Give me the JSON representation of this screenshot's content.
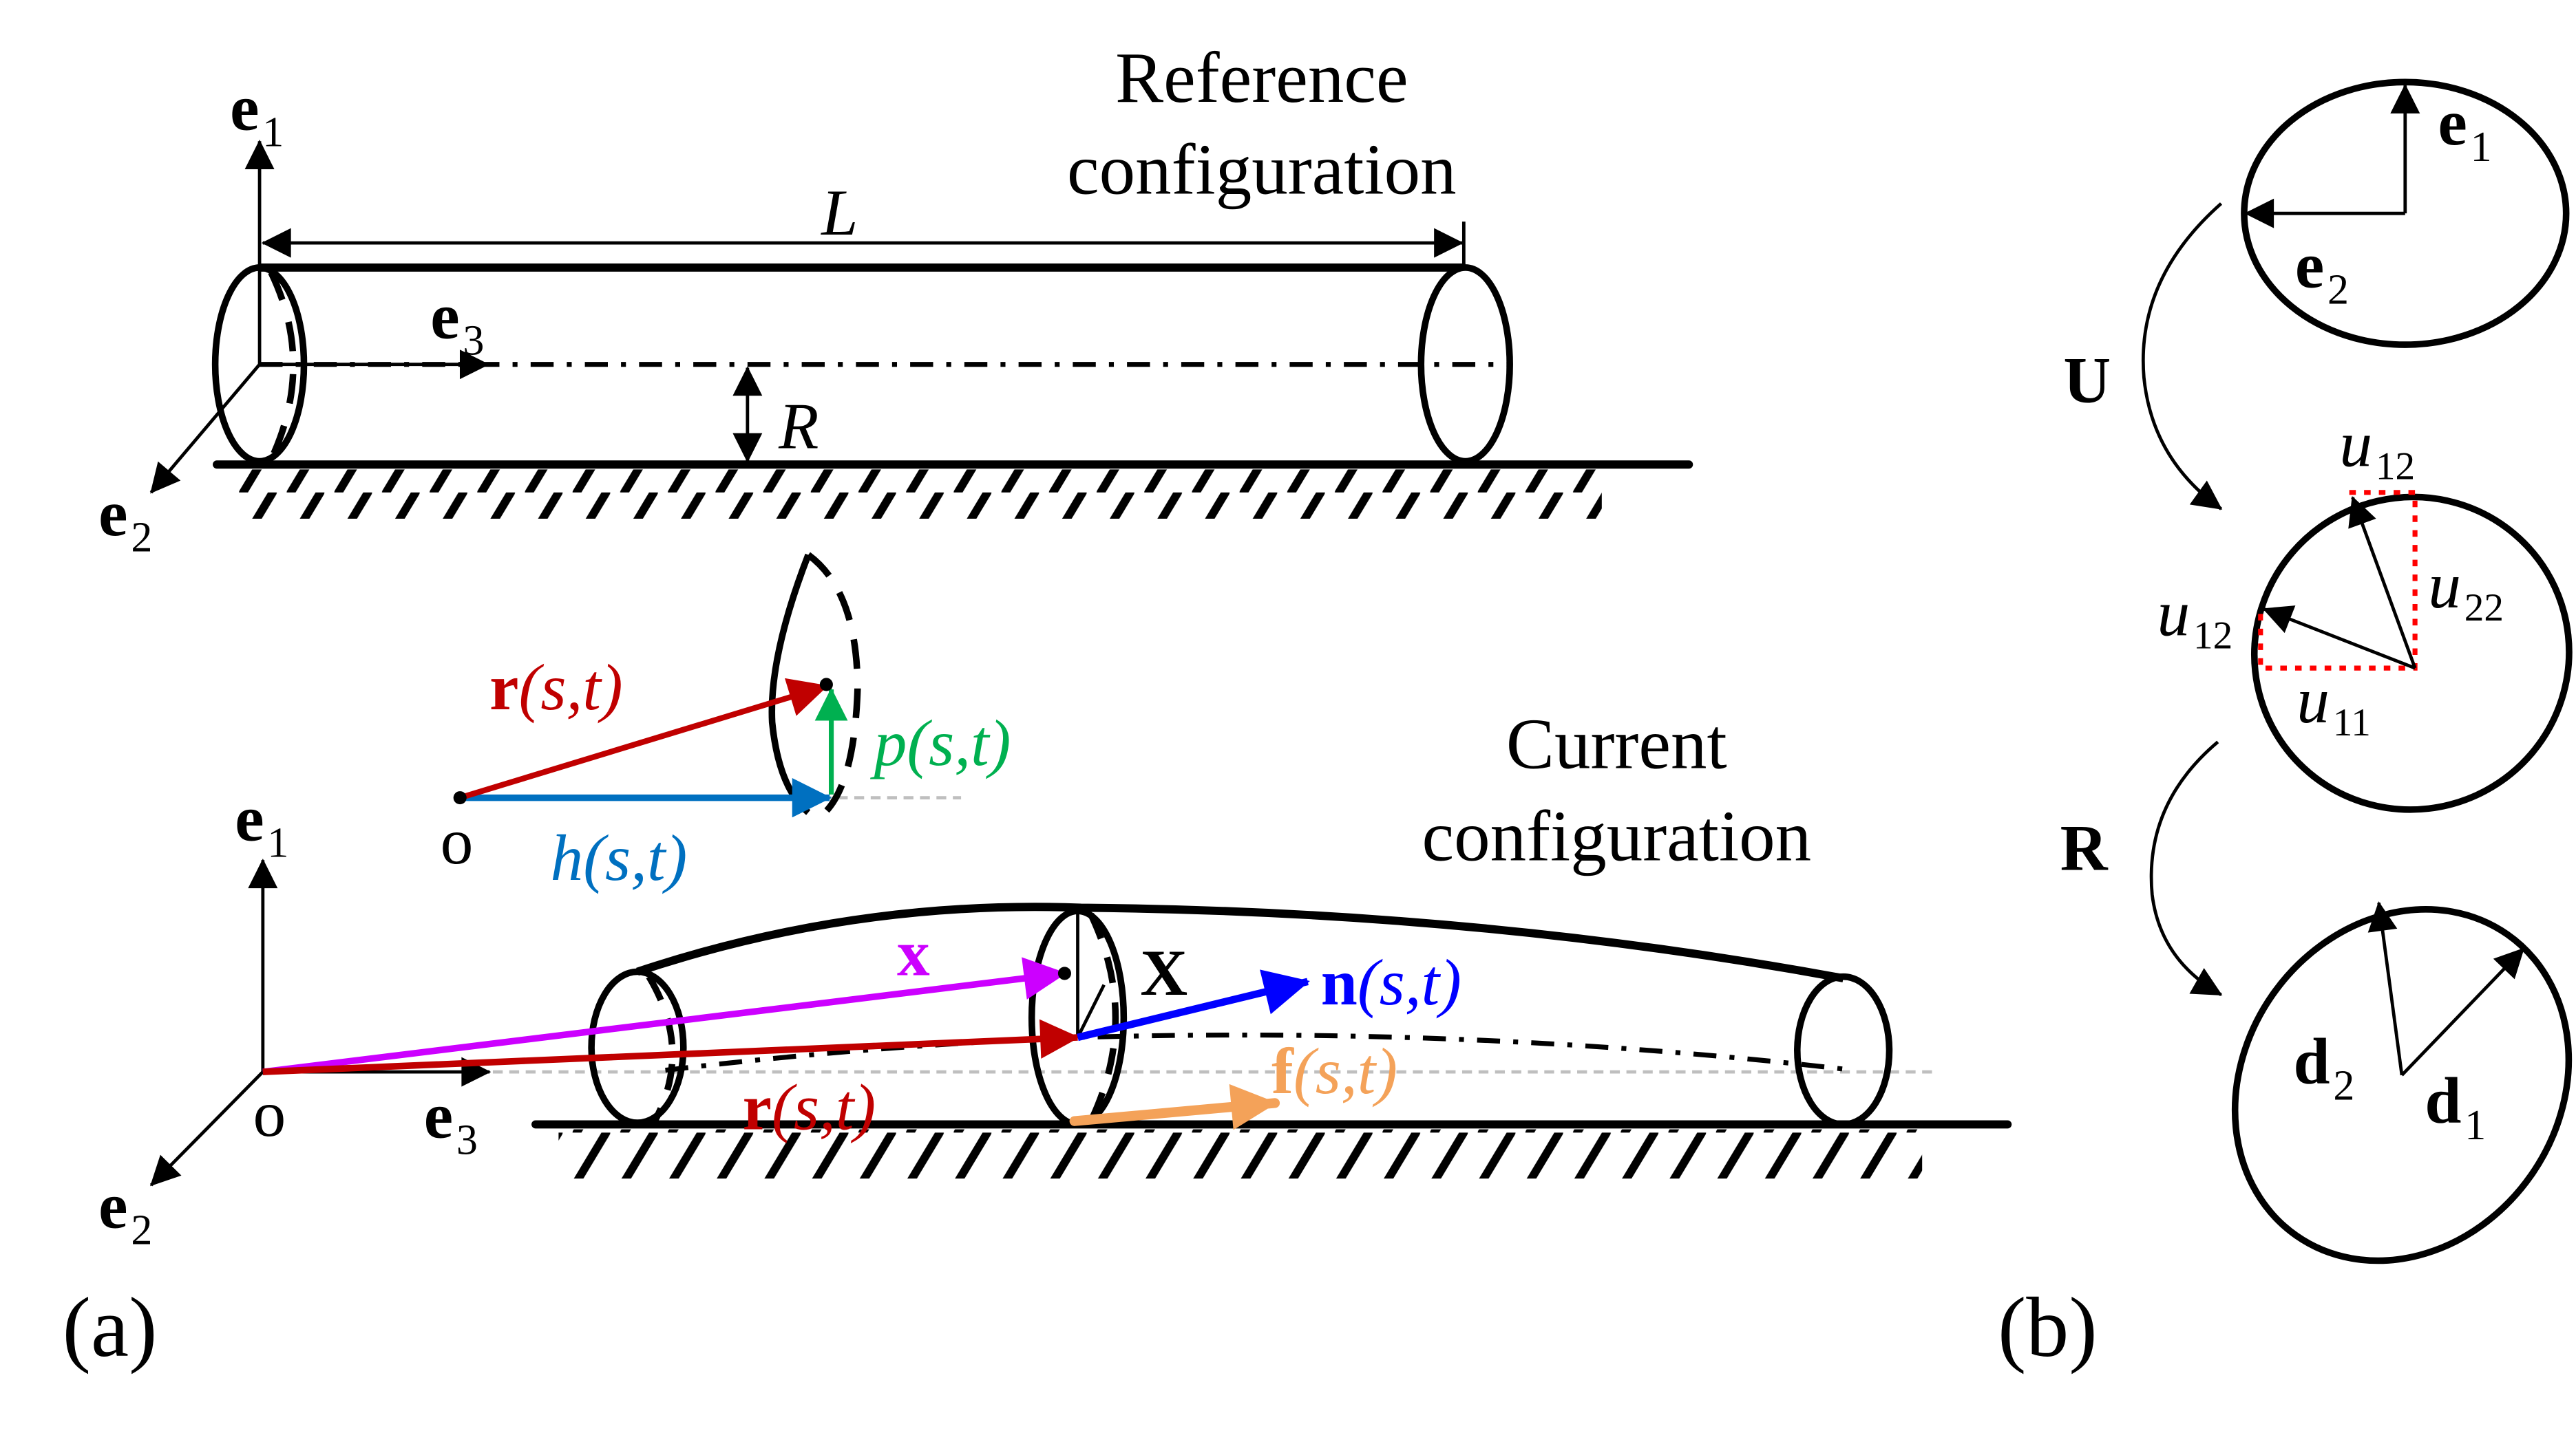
{
  "colors": {
    "ink": "#000000",
    "r_vector": "#C00000",
    "h_vector": "#0070C0",
    "p_vector": "#00B050",
    "x_vector": "#CC00FF",
    "n_vector": "#0000FF",
    "f_vector": "#F4A259",
    "u_components": "#FF0000",
    "reference_axis": "#BFBFBF"
  },
  "panel_a": {
    "label": "(a)",
    "reference": {
      "title_line1": "Reference",
      "title_line2": "configuration",
      "length_label": "L",
      "radius_label": "R",
      "axes": {
        "e1": {
          "base": "e",
          "sub": "1"
        },
        "e2": {
          "base": "e",
          "sub": "2"
        },
        "e3": {
          "base": "e",
          "sub": "3"
        }
      }
    },
    "inset": {
      "origin": "o",
      "r": {
        "base": "r",
        "args": "(s,t)"
      },
      "h": {
        "base": "h",
        "args": "(s,t)"
      },
      "p": {
        "base": "p",
        "args": "(s,t)"
      }
    },
    "current": {
      "title_line1": "Current",
      "title_line2": "configuration",
      "origin": "o",
      "axes": {
        "e1": {
          "base": "e",
          "sub": "1"
        },
        "e2": {
          "base": "e",
          "sub": "2"
        },
        "e3": {
          "base": "e",
          "sub": "3"
        }
      },
      "x_label": "x",
      "X_label": "X",
      "r": {
        "base": "r",
        "args": "(s,t)"
      },
      "n": {
        "base": "n",
        "args": "(s,t)"
      },
      "f": {
        "base": "f",
        "args": "(s,t)"
      }
    }
  },
  "panel_b": {
    "label": "(b)",
    "U_label": "U",
    "R_label": "R",
    "top": {
      "e1": {
        "base": "e",
        "sub": "1"
      },
      "e2": {
        "base": "e",
        "sub": "2"
      }
    },
    "middle": {
      "u12_top": {
        "base": "u",
        "sub": "12"
      },
      "u12_left": {
        "base": "u",
        "sub": "12"
      },
      "u22": {
        "base": "u",
        "sub": "22"
      },
      "u11": {
        "base": "u",
        "sub": "11"
      }
    },
    "bottom": {
      "d1": {
        "base": "d",
        "sub": "1"
      },
      "d2": {
        "base": "d",
        "sub": "2"
      }
    }
  }
}
